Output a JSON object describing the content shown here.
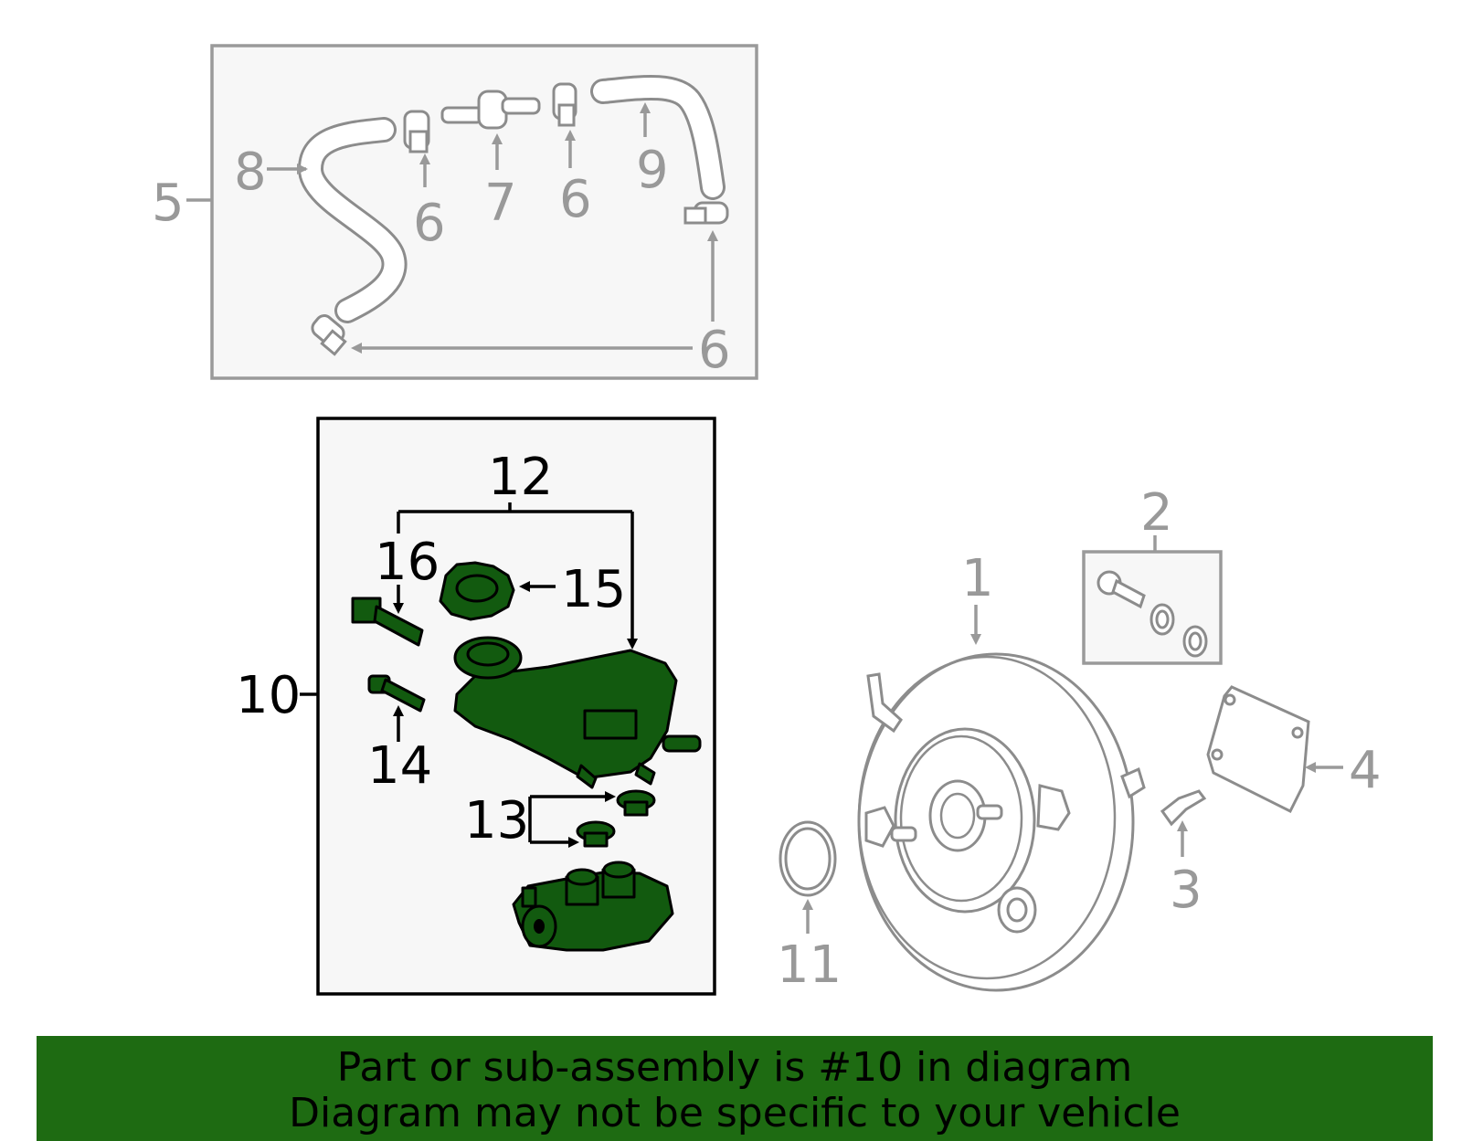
{
  "callouts": {
    "c1": "1",
    "c2": "2",
    "c3": "3",
    "c4": "4",
    "c5": "5",
    "c6a": "6",
    "c6b": "6",
    "c6c": "6",
    "c7": "7",
    "c8": "8",
    "c9": "9",
    "c10": "10",
    "c11": "11",
    "c12": "12",
    "c13": "13",
    "c14": "14",
    "c15": "15",
    "c16": "16"
  },
  "banner": {
    "line1": "Part or sub-assembly is #10 in diagram",
    "line2": "Diagram may not be specific to your vehicle"
  },
  "colors": {
    "highlight_part": "#125a0f",
    "banner_bg": "#1e6b12",
    "inactive_part": "#999999"
  },
  "highlighted_part": "10"
}
